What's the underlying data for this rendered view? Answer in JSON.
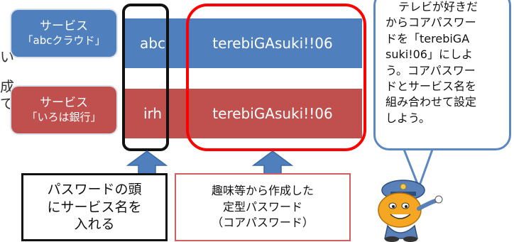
{
  "left_fragment": [
    "い",
    "成",
    "て"
  ],
  "row1": {
    "service_line1": "サービス",
    "service_line2": "「abcクラウド」",
    "prefix": "abc",
    "core_password": "terebiGAsuki!!06"
  },
  "row2": {
    "service_line1": "サービス",
    "service_line2": "「いろは銀行」",
    "prefix": "irh",
    "core_password": "terebiGAsuki!!06"
  },
  "prefix_note": [
    "パスワードの頭",
    "にサービス名を",
    "入れる"
  ],
  "core_note": [
    "趣味等から作成した",
    "定型パスワード",
    "（コアパスワード）"
  ],
  "bubble_text": [
    "テレビが好きだ",
    "からコアパスワー",
    "ドを「terebiGA",
    "suki!06」にしよ",
    "う。コアパスワー",
    "ドとサービス名を",
    "組み合わせて設定",
    "しよう。"
  ],
  "colors": {
    "blue": "#4f80bd",
    "red": "#c0504d",
    "outline_red": "#ff0000",
    "arrow_blue": "#4f80bd"
  }
}
